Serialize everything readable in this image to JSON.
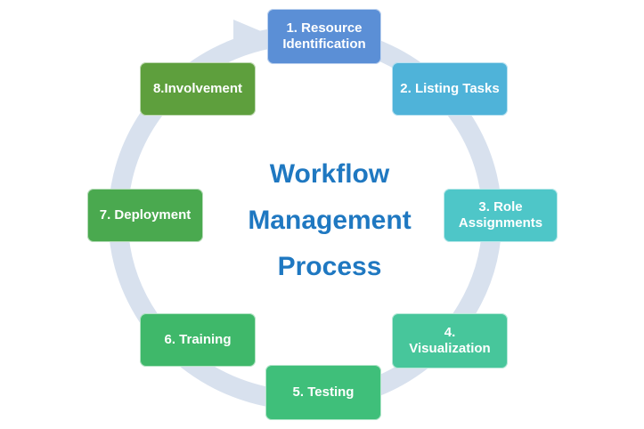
{
  "title": {
    "line1": "Workflow",
    "line2": "Management",
    "line3": "Process"
  },
  "steps": [
    {
      "label_line1": "1. Resource",
      "label_line2": "Identification",
      "color": "#5b8fd6"
    },
    {
      "label_line1": "2. Listing Tasks",
      "label_line2": "",
      "color": "#4fb3d9"
    },
    {
      "label_line1": "3. Role",
      "label_line2": "Assignments",
      "color": "#4ec6c8"
    },
    {
      "label_line1": "4.",
      "label_line2": "Visualization",
      "color": "#47c69b"
    },
    {
      "label_line1": "5. Testing",
      "label_line2": "",
      "color": "#3fbf7a"
    },
    {
      "label_line1": "6. Training",
      "label_line2": "",
      "color": "#3fb86a"
    },
    {
      "label_line1": "7. Deployment",
      "label_line2": "",
      "color": "#4aa94f"
    },
    {
      "label_line1": "8.Involvement",
      "label_line2": "",
      "color": "#5e9f3d"
    }
  ],
  "colors": {
    "title": "#1f78c1",
    "ring": "#d8e1ee"
  }
}
